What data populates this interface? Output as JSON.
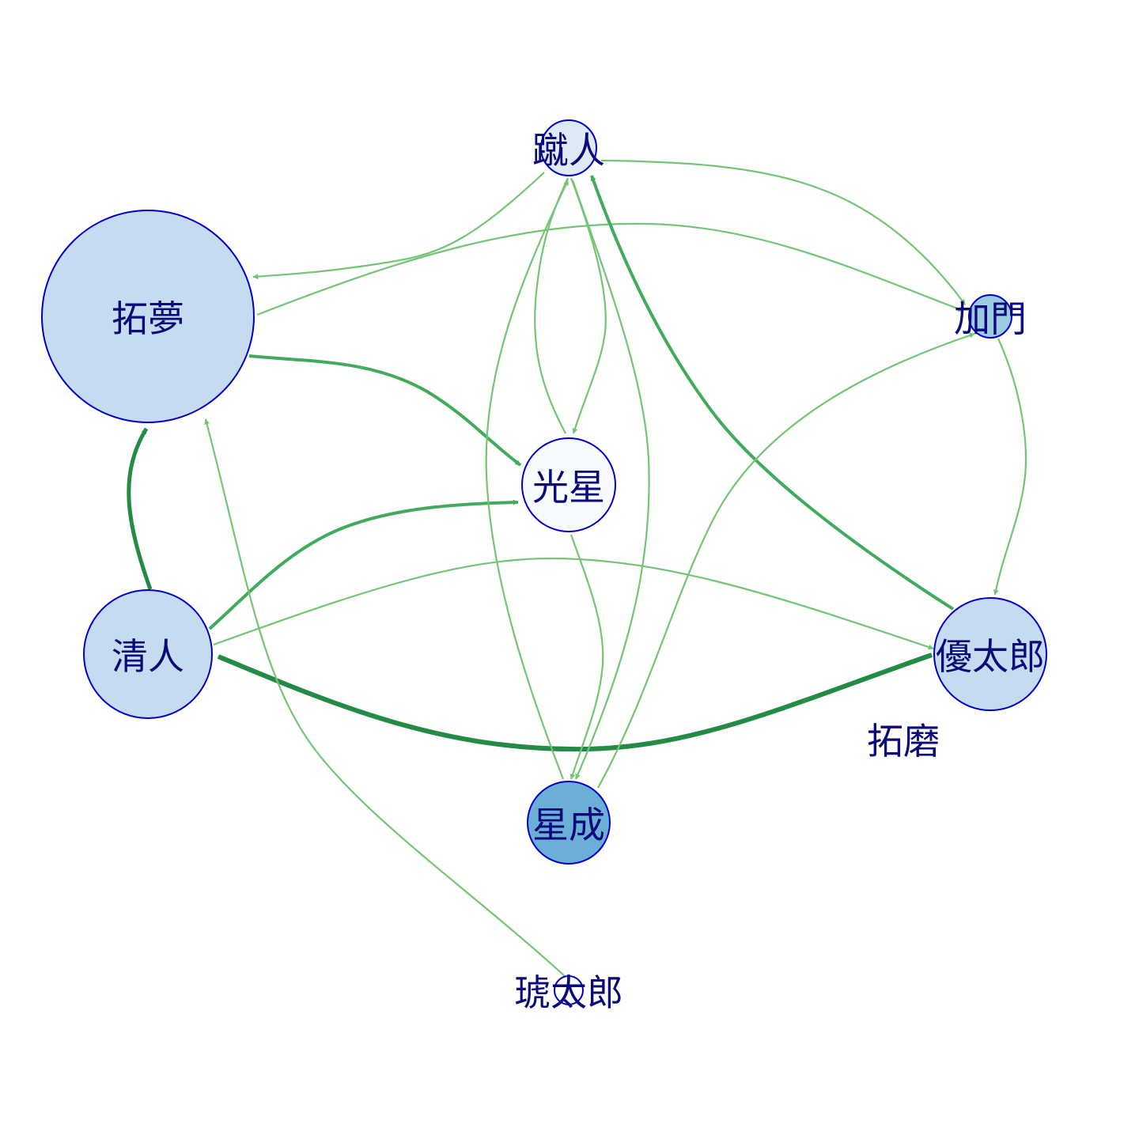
{
  "graph": {
    "nodes": [
      {
        "id": "takumu",
        "label": "拓夢",
        "fill": "#c6dbef"
      },
      {
        "id": "shuto",
        "label": "蹴人",
        "fill": "#deebf7"
      },
      {
        "id": "kado",
        "label": "加門",
        "fill": "#9ecae1"
      },
      {
        "id": "kosei",
        "label": "光星",
        "fill": "#f7fbff"
      },
      {
        "id": "kiyoto",
        "label": "清人",
        "fill": "#c6dbef"
      },
      {
        "id": "yutaro",
        "label": "優太郎",
        "fill": "#c6dbef"
      },
      {
        "id": "takuma",
        "label": "拓磨",
        "fill": "#ffffff"
      },
      {
        "id": "seisei",
        "label": "星成",
        "fill": "#6baed6"
      },
      {
        "id": "kotaro",
        "label": "琥太郎",
        "fill": "#ffffff"
      }
    ],
    "edges": [
      {
        "from": "shuto",
        "to": "takumu",
        "weight": 1
      },
      {
        "from": "takumu",
        "to": "kado",
        "weight": 1
      },
      {
        "from": "takumu",
        "to": "kosei",
        "weight": 2
      },
      {
        "from": "kiyoto",
        "to": "takumu",
        "weight": 3
      },
      {
        "from": "kiyoto",
        "to": "kosei",
        "weight": 2
      },
      {
        "from": "kiyoto",
        "to": "yutaro",
        "weight": 1
      },
      {
        "from": "yutaro",
        "to": "kiyoto",
        "weight": 3
      },
      {
        "from": "yutaro",
        "to": "shuto",
        "weight": 2
      },
      {
        "from": "shuto",
        "to": "kado",
        "weight": 1
      },
      {
        "from": "shuto",
        "to": "kosei",
        "weight": 1
      },
      {
        "from": "shuto",
        "to": "seisei",
        "weight": 1
      },
      {
        "from": "seisei",
        "to": "shuto",
        "weight": 1
      },
      {
        "from": "kado",
        "to": "yutaro",
        "weight": 1
      },
      {
        "from": "seisei",
        "to": "kado",
        "weight": 1
      },
      {
        "from": "kosei",
        "to": "seisei",
        "weight": 1
      },
      {
        "from": "kotaro",
        "to": "takumu",
        "weight": 1
      }
    ],
    "colors": {
      "edge_light": "#74c476",
      "edge_mid": "#41ab5d",
      "edge_dark": "#238b45",
      "node_border": "#0000cc",
      "label": "#0a0a7a"
    }
  }
}
